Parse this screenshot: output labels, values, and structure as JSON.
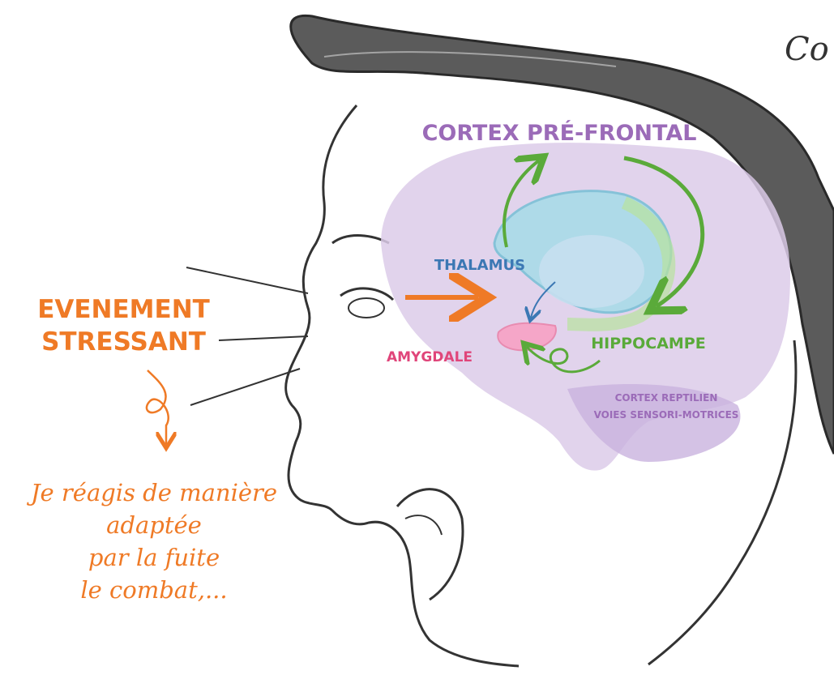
{
  "colors": {
    "orange": "#ef7a26",
    "purple": "#9b6bb8",
    "green": "#5aaa3a",
    "blue": "#3c78b4",
    "pink": "#e0457a",
    "brain": "#dccbe9",
    "thalamus": "#a9dbe8",
    "amygdala": "#f5a6c8"
  },
  "labels": {
    "cortex_prefrontal": "CORTEX PRÉ-FRONTAL",
    "thalamus": "THALAMUS",
    "amygdale": "AMYGDALE",
    "hippocampe": "HIPPOCAMPE",
    "cortex_reptilien": "CORTEX REPTILIEN",
    "voies_sensori": "VOIES SENSORI-MOTRICES"
  },
  "event": {
    "line1": "EVENEMENT",
    "line2": "STRESSANT"
  },
  "reaction": {
    "line1": "Je réagis de manière",
    "line2": "adaptée",
    "line3": "par la fuite",
    "line4": "le combat,..."
  },
  "corner_text": "Co"
}
